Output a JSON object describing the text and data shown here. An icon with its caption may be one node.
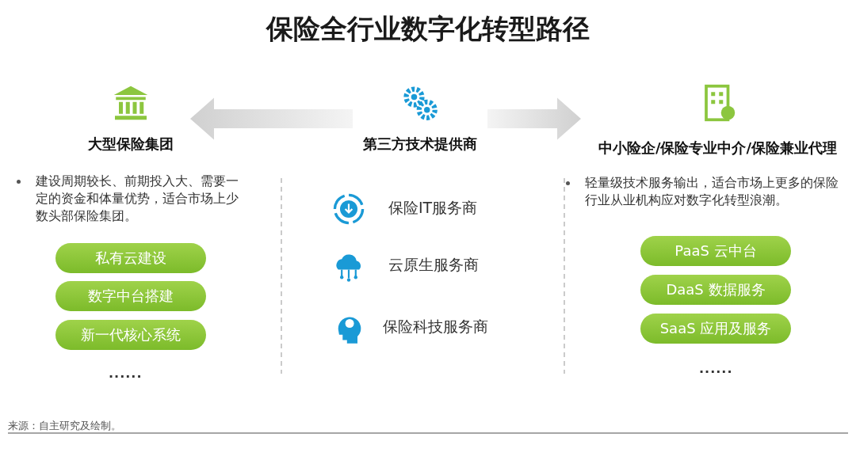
{
  "diagram": {
    "title": "保险全行业数字化转型路径",
    "nodes": [
      {
        "text": [
          "大型保险集团"
        ]
      },
      {
        "text": [
          "第三方技术提供商"
        ]
      },
      {
        "text": [
          "中小险企/保险专业中介/保险兼业代理"
        ]
      },
      {
        "text": [
          "私有云建设"
        ]
      },
      {
        "text": [
          "数字中台搭建"
        ]
      },
      {
        "text": [
          "新一代核心系统"
        ]
      },
      {
        "text": [
          "PaaS 云中台"
        ]
      },
      {
        "text": [
          "DaaS 数据服务"
        ]
      },
      {
        "text": [
          "SaaS 应用及服务"
        ]
      }
    ],
    "edges": [
      {
        "from": 1,
        "to": 0,
        "arrow": "to",
        "style": "thick"
      },
      {
        "from": 1,
        "to": 2,
        "arrow": "to",
        "style": "thick"
      }
    ],
    "labels": [
      "建设周期较长、前期投入大、需要一定的资金和体量优势，适合市场上少数头部保险集团。",
      "......",
      "保险IT服务商",
      "云原生服务商",
      "保险科技服务商",
      "轻量级技术服务输出，适合市场上更多的保险行业从业机构应对数字化转型浪潮。",
      "......",
      "来源：自主研究及绘制。"
    ]
  }
}
